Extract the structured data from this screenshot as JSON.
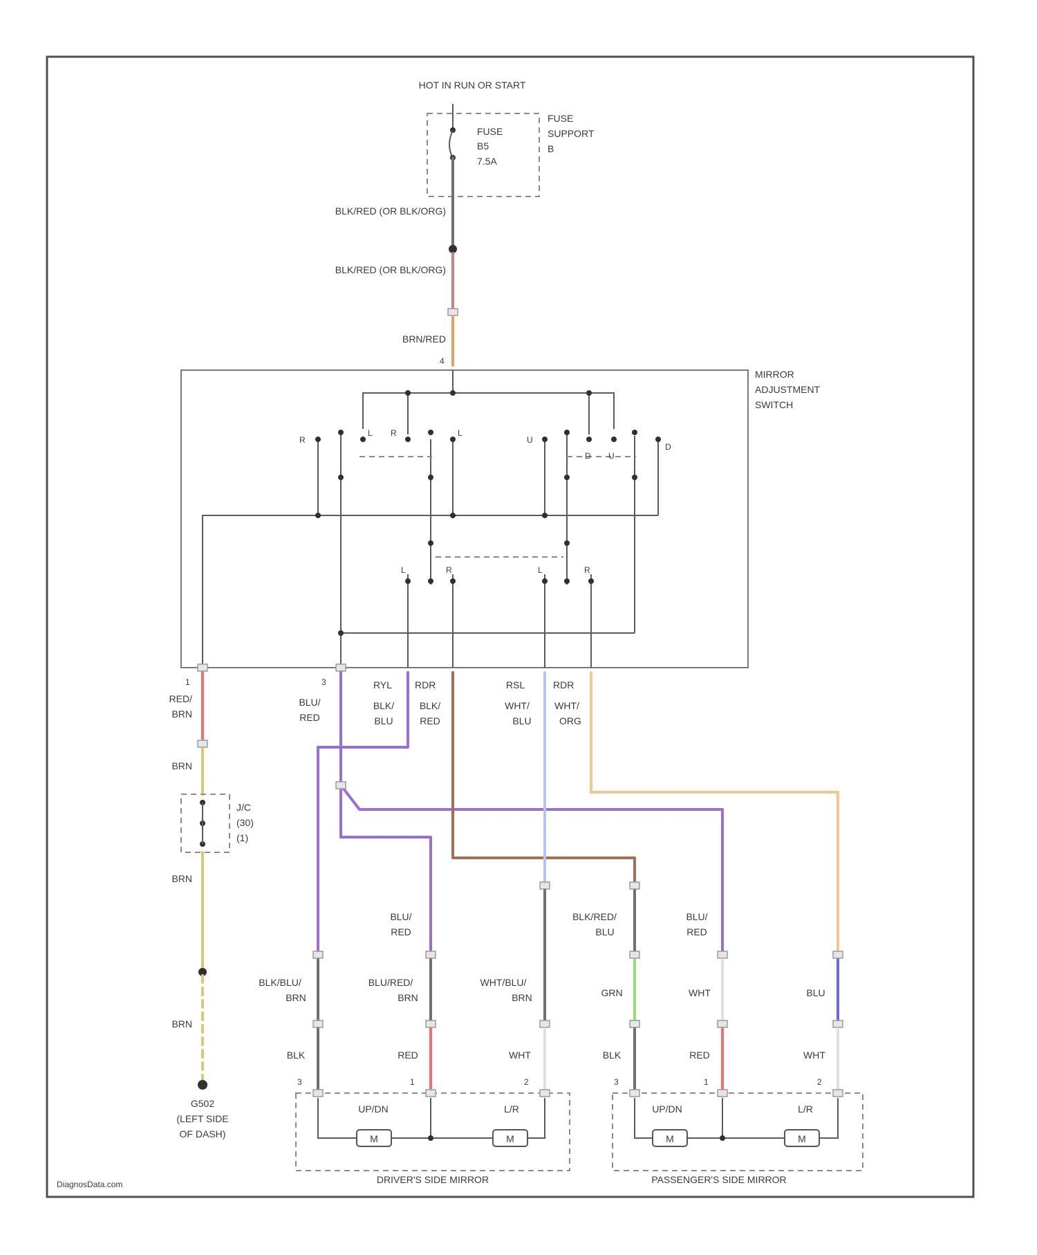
{
  "power": {
    "source": "HOT IN RUN OR START",
    "fuse_lines": [
      "FUSE",
      "B5",
      "7.5A"
    ],
    "fuse_box_lines": [
      "FUSE",
      "SUPPORT",
      "B"
    ]
  },
  "wires": {
    "w_top1": "BLK/RED (OR BLK/ORG)",
    "w_top2": "BLK/RED (OR BLK/ORG)",
    "w_brn_red": "BRN/RED",
    "w_red_brn": "RED/ BRN",
    "w_brn1": "BRN",
    "w_brn2": "BRN",
    "w_brn3": "BRN",
    "w_blu_red_left": "BLU/ RED",
    "w_blk_blu": "BLK/ BLU",
    "w_blk_red": "BLK/ RED",
    "w_wht_blu": "WHT/ BLU",
    "w_wht_org": "WHT/ ORG",
    "w_blu_red_mid": "BLU/ RED",
    "w_blk_red_blu": "BLK/RED/ BLU",
    "w_blu_red_right": "BLU/ RED",
    "w_blk_blu_brn": "BLK/BLU/ BRN",
    "w_blu_red_brn": "BLU/RED/ BRN",
    "w_wht_blu_brn": "WHT/BLU/ BRN",
    "w_grn": "GRN",
    "w_wht": "WHT",
    "w_blu": "BLU",
    "w_blk_l": "BLK",
    "w_red_l": "RED",
    "w_wht_l": "WHT",
    "w_blk_r": "BLK",
    "w_red_r": "RED",
    "w_wht_r": "WHT"
  },
  "switch": {
    "name_lines": [
      "MIRROR",
      "ADJUSTMENT",
      "SWITCH"
    ],
    "top_contacts": [
      "R",
      "L",
      "R",
      "L",
      "U",
      "D",
      "U",
      "D"
    ],
    "sel_contacts": [
      "L",
      "R",
      "L",
      "R"
    ],
    "pin4": "4",
    "pin1": "1",
    "pin3": "3",
    "out_labels": [
      "RYL",
      "RDR",
      "RSL",
      "RDR"
    ]
  },
  "joint": {
    "lines": [
      "J/C",
      "(30)",
      "(1)"
    ]
  },
  "ground": {
    "lines": [
      "G502",
      "(LEFT SIDE",
      "OF DASH)"
    ]
  },
  "driver_mirror": {
    "title": "DRIVER'S SIDE MIRROR",
    "updn": "UP/DN",
    "lr": "L/R",
    "motor": "M",
    "pins": [
      "3",
      "1",
      "2"
    ]
  },
  "passenger_mirror": {
    "title": "PASSENGER'S SIDE MIRROR",
    "updn": "UP/DN",
    "lr": "L/R",
    "motor": "M",
    "pins": [
      "3",
      "1",
      "2"
    ]
  },
  "watermark": "DiagnosData.com",
  "colors": {
    "purple": "#9b6fd0",
    "brown": "#a0705a",
    "light_blue": "#b8c4f0",
    "orange": "#f0c890",
    "red": "#f07070",
    "yellow": "#d8c878",
    "green": "#90e070",
    "blue": "#6b6be0",
    "gray": "#707070",
    "light_gray": "#d0d0d0"
  },
  "icons": [
    "fuse-icon",
    "motor-icon",
    "ground-icon",
    "connector-icon"
  ]
}
